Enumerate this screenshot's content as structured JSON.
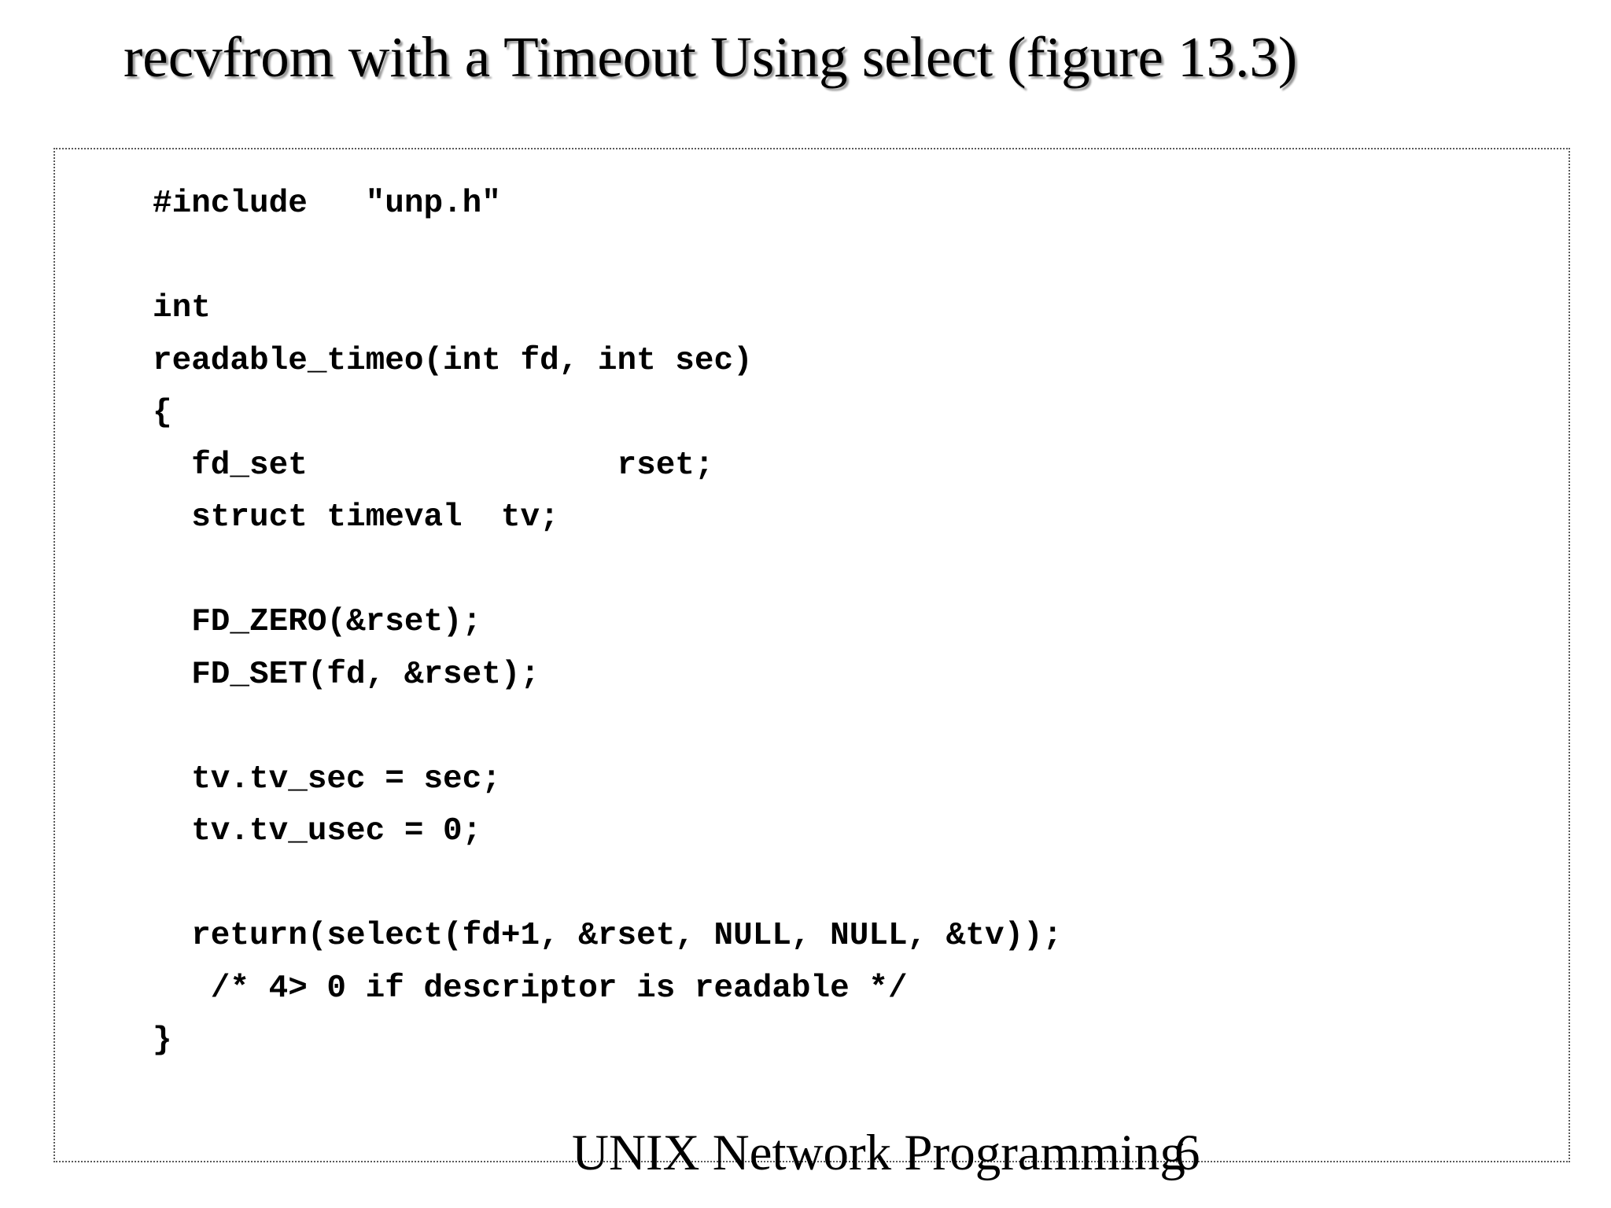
{
  "slide": {
    "title": "recvfrom with a Timeout Using select (figure 13.3)",
    "footer": "UNIX Network Programming",
    "page_number": "6"
  },
  "code": {
    "lines": [
      "#include   \"unp.h\"",
      "",
      "int",
      "readable_timeo(int fd, int sec)",
      "{",
      "  fd_set                rset;",
      "  struct timeval  tv;",
      "",
      "  FD_ZERO(&rset);",
      "  FD_SET(fd, &rset);",
      "",
      "  tv.tv_sec = sec;",
      "  tv.tv_usec = 0;",
      "",
      "  return(select(fd+1, &rset, NULL, NULL, &tv));",
      "   /* 4> 0 if descriptor is readable */",
      "}"
    ]
  }
}
